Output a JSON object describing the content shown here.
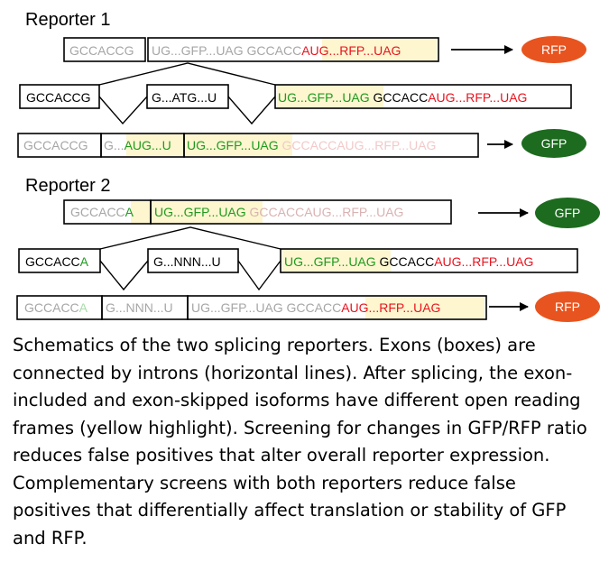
{
  "reporter1": {
    "title": "Reporter 1",
    "row_unspliced": {
      "seg_a": "GCCACCG",
      "seg_b_plain": "UG...GFP...UAG GCCACC",
      "seg_b_orf": "AUG...RFP...UAG",
      "output": "RFP"
    },
    "row_pre": {
      "exon1": "GCCACCG",
      "exon2": "G...ATG...U",
      "exon3_gfp": "UG...GFP...UAG",
      "exon3_mid": " GCCACC",
      "exon3_rfp": "AUG...RFP...UAG"
    },
    "row_included": {
      "seg_a": "GCCACCG",
      "seg_b1": "G...",
      "seg_b2": "AUG...U",
      "seg_c_orf": "UG...GFP...UAG",
      "seg_c_faded": " GCCACCAUG...RFP...UAG",
      "output": "GFP"
    }
  },
  "reporter2": {
    "title": "Reporter 2",
    "row_unspliced": {
      "seg_a1": "GCCACC",
      "seg_a2": "A",
      "seg_b_orf": "UG...GFP...UAG",
      "seg_b_faded": " GCCACCAUG...RFP...UAG",
      "output": "GFP"
    },
    "row_pre": {
      "exon1_a": "GCCACC",
      "exon1_b": "A",
      "exon2": "G...NNN...U",
      "exon3_gfp": "UG...GFP...UAG",
      "exon3_mid": " GCCACC",
      "exon3_rfp": "AUG...RFP...UAG"
    },
    "row_included": {
      "seg_a1": "GCCACC",
      "seg_a2": "A",
      "seg_b": "G...NNN...U",
      "seg_c_faded": "UG...GFP...UAG GCCACC",
      "seg_c_orf": "AUG...RFP...UAG",
      "output": "RFP"
    }
  },
  "caption": "Schematics of the two splicing reporters. Exons (boxes) are connected by introns (horizontal lines). After splicing, the exon-included and exon-skipped isoforms have different open reading frames (yellow highlight). Screening for changes in GFP/RFP ratio reduces false positives that alter overall reporter expression. Complementary screens with both reporters reduce false positives that differentially affect translation or stability of GFP and RFP.",
  "colors": {
    "rfp": "#e8541f",
    "gfp": "#1d6b1f",
    "green_text": "#1f9a1f",
    "red_text": "#e8141f",
    "faded": "#a6a6a6",
    "faded_red": "#f5b7b7",
    "faded_green": "#a8dca8",
    "highlight": "#fdf6cf"
  }
}
